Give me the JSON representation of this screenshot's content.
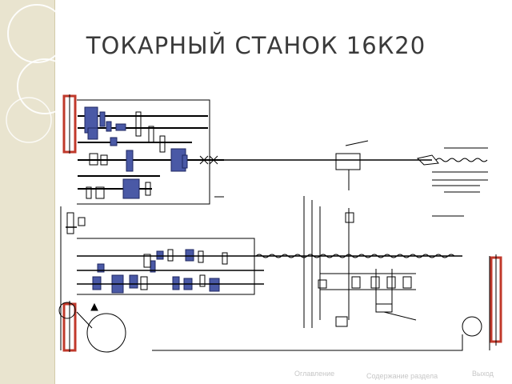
{
  "slide": {
    "title": "ТОКАРНЫЙ СТАНОК 16К20"
  },
  "nav": {
    "start": "Оглавление",
    "contents": "Содержание раздела",
    "exit": "Выход"
  },
  "colors": {
    "sidebar": "#e9e4cf",
    "gear_blue": "#4a59a6",
    "pulley_red": "#c0392b",
    "line": "#000000"
  }
}
